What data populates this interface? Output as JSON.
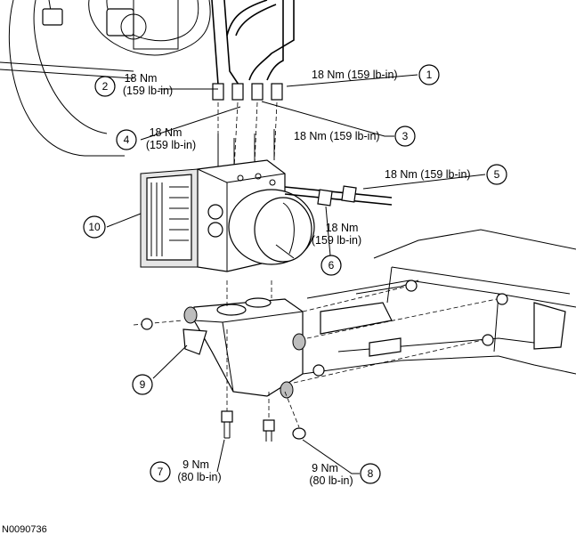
{
  "figure_id": "N0090736",
  "callouts": [
    {
      "num": "1",
      "torque": "18 Nm (159 lb-in)"
    },
    {
      "num": "2",
      "torque_nm": "18 Nm",
      "torque_lbin": "(159 lb-in)"
    },
    {
      "num": "3",
      "torque": "18 Nm (159 lb-in)"
    },
    {
      "num": "4",
      "torque_nm": "18 Nm",
      "torque_lbin": "(159 lb-in)"
    },
    {
      "num": "5",
      "torque": "18 Nm (159 lb-in)"
    },
    {
      "num": "6",
      "torque_nm": "18 Nm",
      "torque_lbin": "(159 lb-in)"
    },
    {
      "num": "7",
      "torque_nm": "9 Nm",
      "torque_lbin": "(80 lb-in)"
    },
    {
      "num": "8",
      "torque_nm": "9 Nm",
      "torque_lbin": "(80 lb-in)"
    },
    {
      "num": "9"
    },
    {
      "num": "10"
    }
  ]
}
